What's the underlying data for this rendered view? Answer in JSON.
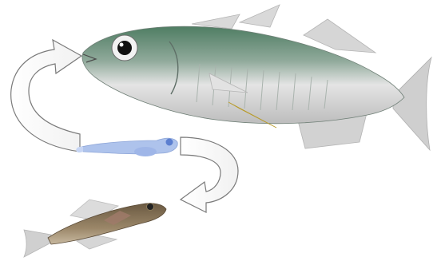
{
  "figure": {
    "stages": [
      {
        "name": "adult-fish",
        "colors": {
          "back": "#4f7d63",
          "belly": "#dcdcdc",
          "fin": "#c9c9c9",
          "accent": "#d8b83a"
        }
      },
      {
        "name": "larva",
        "colors": {
          "body": "#aec3ec",
          "eye": "#5c7fd0"
        }
      },
      {
        "name": "juvenile-fish",
        "colors": {
          "body": "#7d6a4e",
          "fin": "#cfcfcf"
        }
      }
    ],
    "cycle_arrow_colors": {
      "fill": "#ffffff",
      "stroke": "#7a7a7a"
    }
  }
}
